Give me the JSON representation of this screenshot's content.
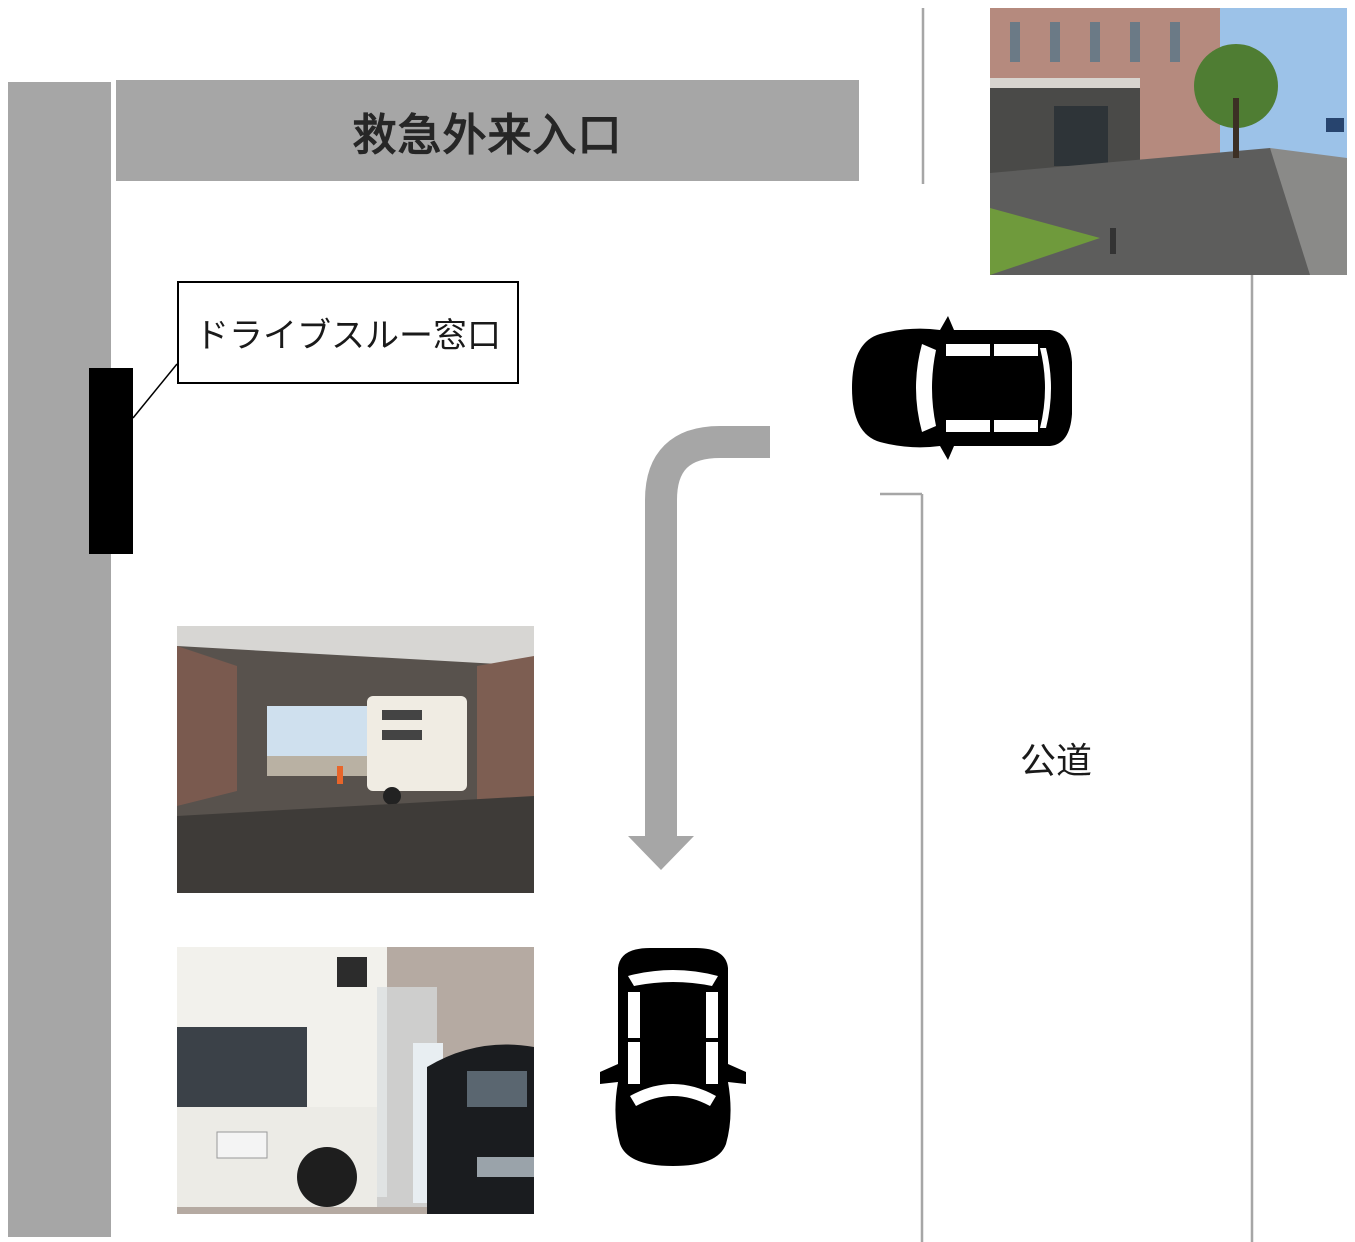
{
  "labels": {
    "entrance": "救急外来入口",
    "drive_through_window": "ドライブスルー窓口",
    "public_road": "公道"
  },
  "photos": {
    "top_right": "entrance-exterior-photo",
    "middle_left": "garage-with-camper-photo",
    "bottom_left": "camper-and-car-testing-photo"
  },
  "icons": {
    "arrow": "route-arrow-icon",
    "car_top": "car-top-view-icon",
    "car_bottom": "car-top-view-icon"
  },
  "colors": {
    "wall": "#a6a6a6",
    "arrow": "#a6a6a6",
    "car": "#000000",
    "road_lines": "#a6a6a6"
  }
}
